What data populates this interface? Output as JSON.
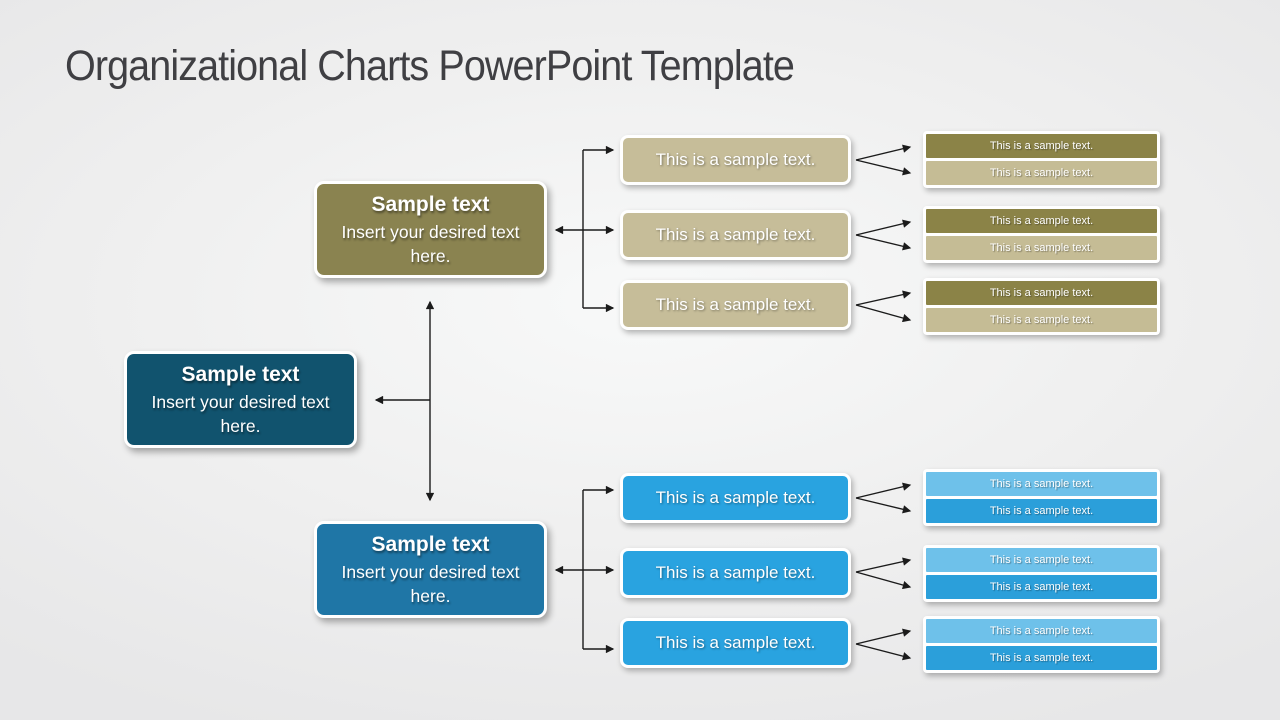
{
  "title": "Organizational Charts PowerPoint Template",
  "colors": {
    "background": "#efefef",
    "title_text": "#3f3f43",
    "olive_box": "#8a8350",
    "khaki_box": "#c6bd99",
    "dark_olive_bar": "#8b8347",
    "light_khaki_bar": "#c5bc95",
    "teal_box": "#11536e",
    "steel_blue_box": "#1f76a6",
    "bright_blue_box": "#29a3e0",
    "light_blue_bar": "#6ec1ea",
    "medium_blue_bar": "#2b9fda",
    "connector": "#1b1b1b"
  },
  "upper_branch": {
    "root": {
      "heading": "Sample text",
      "body": "Insert your desired text here."
    },
    "children": [
      "This is a sample text.",
      "This is a sample text.",
      "This is a sample text."
    ],
    "bar_groups": [
      [
        "This is a sample text.",
        "This is a sample text."
      ],
      [
        "This is a sample text.",
        "This is a sample text."
      ],
      [
        "This is a sample text.",
        "This is a sample text."
      ]
    ]
  },
  "left_branch": {
    "root": {
      "heading": "Sample text",
      "body": "Insert your desired text here."
    }
  },
  "lower_branch": {
    "root": {
      "heading": "Sample text",
      "body": "Insert your desired text here."
    },
    "children": [
      "This is a sample text.",
      "This is a sample text.",
      "This is a sample text."
    ],
    "bar_groups": [
      [
        "This is a sample text.",
        "This is a sample text."
      ],
      [
        "This is a sample text.",
        "This is a sample text."
      ],
      [
        "This is a sample text.",
        "This is a sample text."
      ]
    ]
  }
}
